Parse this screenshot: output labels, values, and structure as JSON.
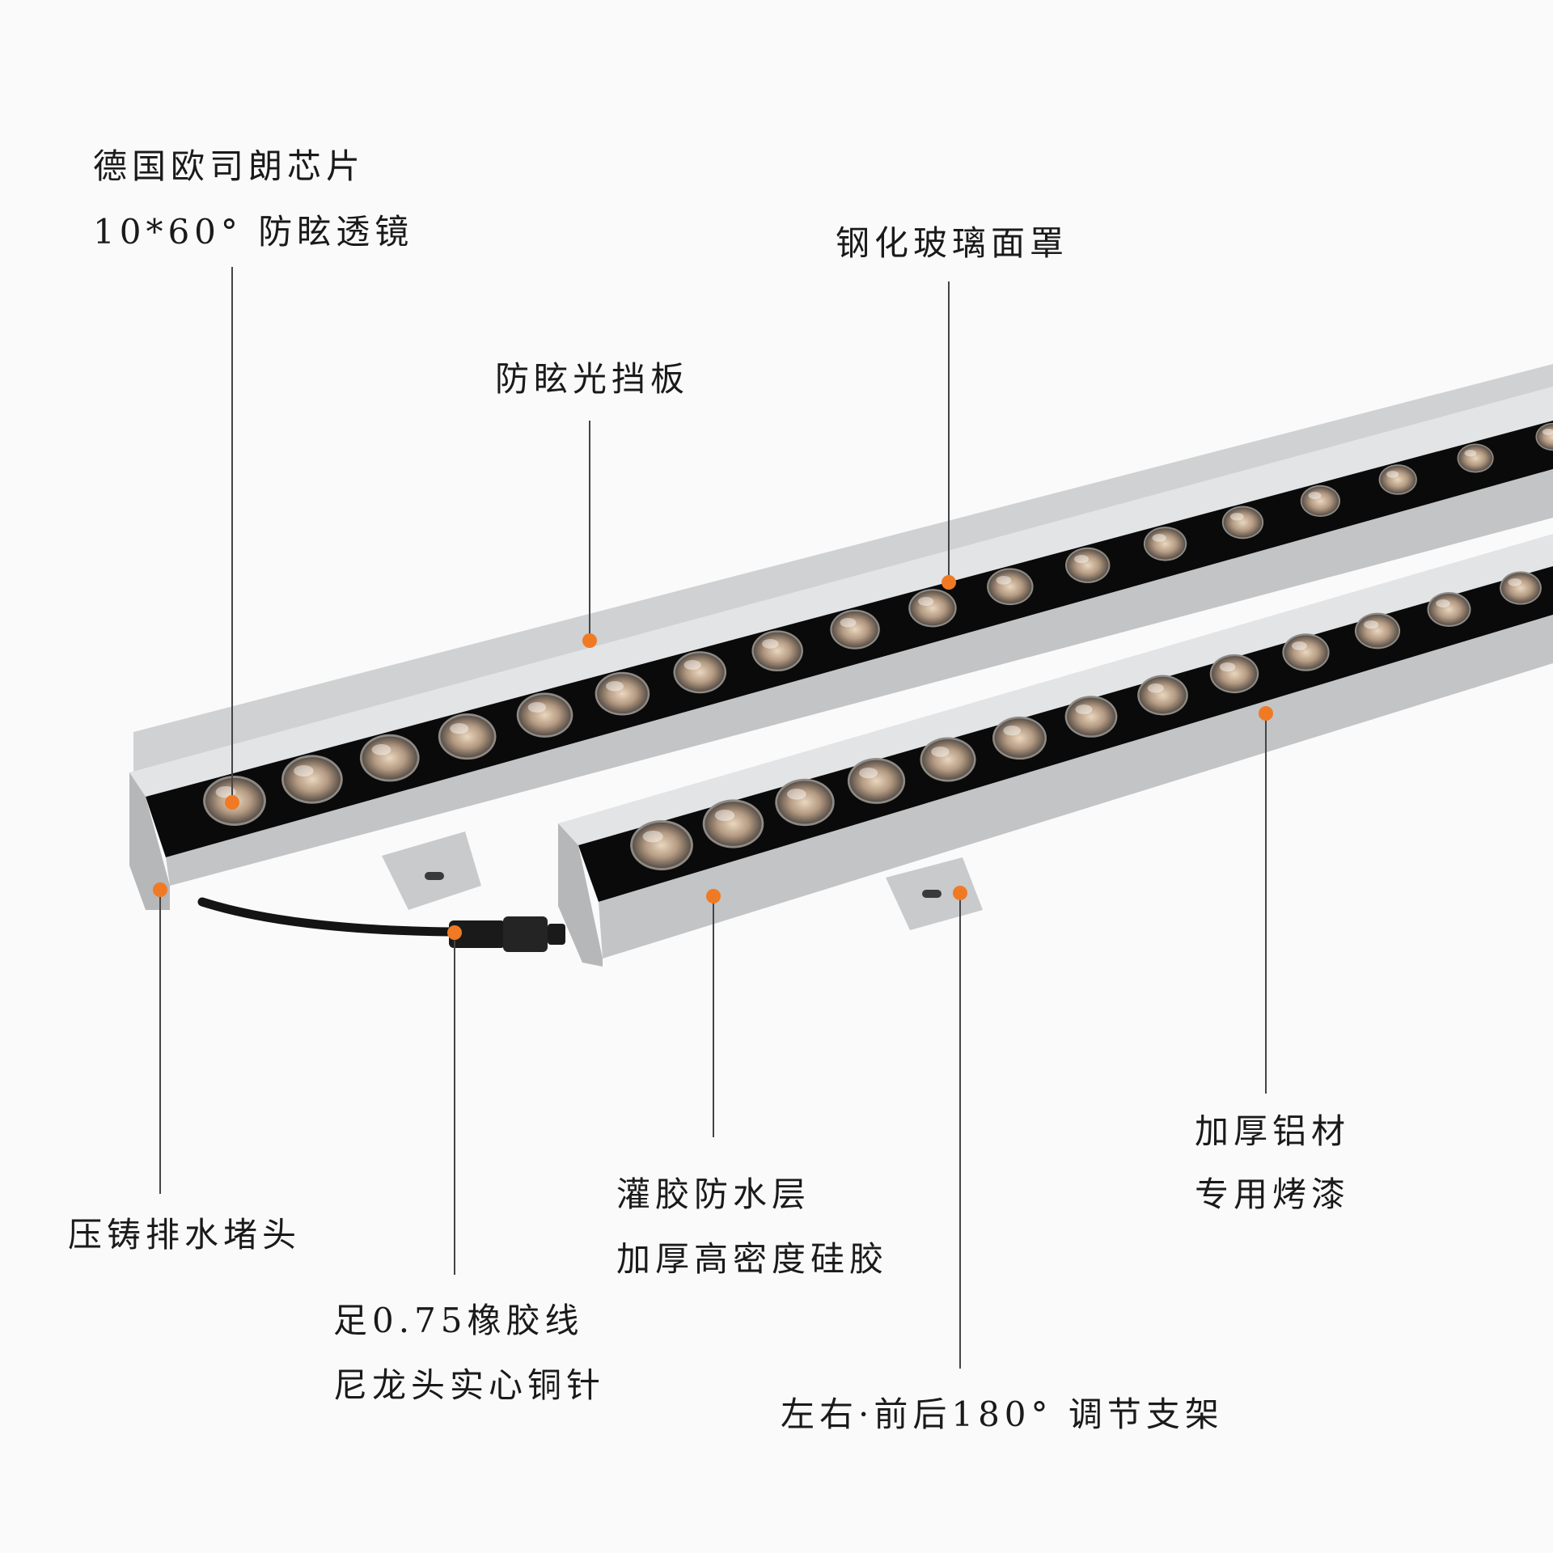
{
  "labels": {
    "chip": [
      "德国欧司朗芯片",
      "10*60° 防眩透镜"
    ],
    "glass": "钢化玻璃面罩",
    "shield": "防眩光挡板",
    "endcap": "压铸排水堵头",
    "cable": [
      "足0.75橡胶线",
      "尼龙头实心铜针"
    ],
    "glue": [
      "灌胶防水层",
      "加厚高密度硅胶"
    ],
    "aluminum": [
      "加厚铝材",
      "专用烤漆"
    ],
    "bracket": "左右·前后180° 调节支架"
  },
  "colors": {
    "background": "#fafafa",
    "housing": "#c4c6c8",
    "lens_strip": "#0a0a0a",
    "callout_dot": "#f07a24",
    "leader_line": "#444444",
    "cable": "#141414"
  }
}
